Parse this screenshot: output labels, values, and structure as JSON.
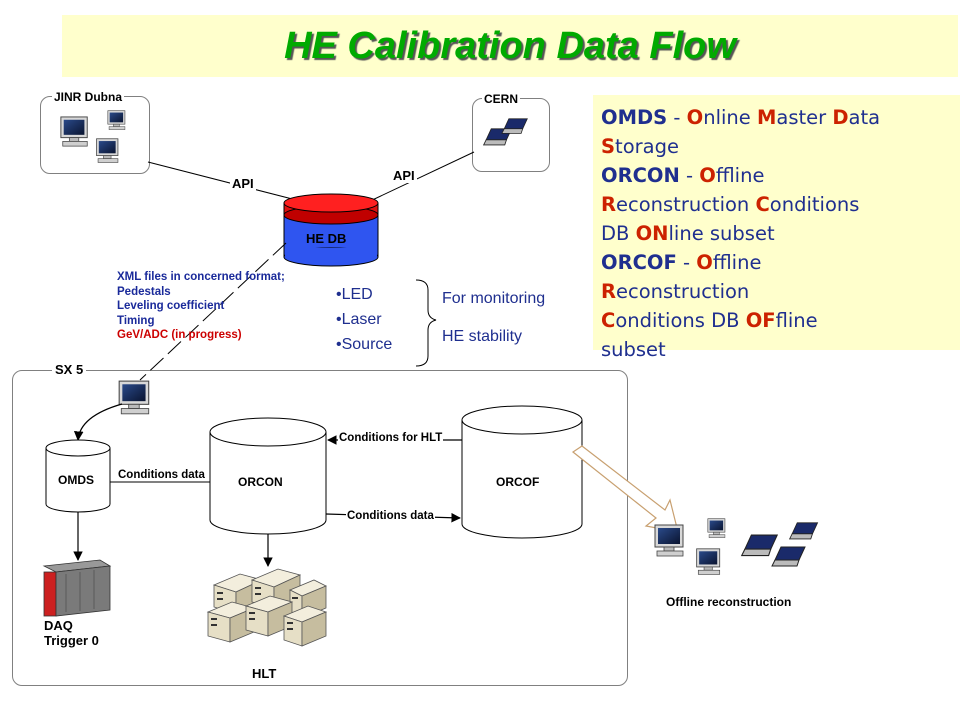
{
  "title": "HE Calibration Data Flow",
  "legend": {
    "omds_acr": "OMDS",
    "omds_sep": " - ",
    "omds_o": "O",
    "omds_nline": "nline ",
    "omds_m": "M",
    "omds_aster": "aster ",
    "omds_d": "D",
    "omds_ata": "ata",
    "omds_s": "S",
    "omds_torage": "torage",
    "orcon_acr": "ORCON",
    "orcon_sep": " - ",
    "orcon_o": "O",
    "orcon_ffline": "ffline",
    "orcon_r": "R",
    "orcon_econstruction": "econstruction ",
    "orcon_c": "C",
    "orcon_onditions": "onditions",
    "orcon_db": "DB ",
    "orcon_on": "ON",
    "orcon_line_subset": "line subset",
    "orcof_acr": "ORCOF",
    "orcof_sep": " - ",
    "orcof_o": "O",
    "orcof_ffline": "ffline",
    "orcof_r": "R",
    "orcof_econstruction": "econstruction",
    "orcof_c": "C",
    "orcof_onditions": "onditions DB ",
    "orcof_of": "OF",
    "orcof_fline": "fline",
    "orcof_subset": "subset"
  },
  "sites": {
    "jinr": "JINR Dubna",
    "cern": "CERN",
    "sx5": "SX 5"
  },
  "links": {
    "api_left": "API",
    "api_right": "API"
  },
  "db": {
    "hedb": "HE DB",
    "omds": "OMDS",
    "orcon": "ORCON",
    "orcof": "ORCOF"
  },
  "xml_list": {
    "line1": "XML files in concerned format;",
    "line2": "Pedestals",
    "line3": "Leveling coefficient",
    "line4": "Timing",
    "line5": "GeV/ADC (in progress)"
  },
  "bullets": [
    "LED",
    "Laser",
    "Source"
  ],
  "monitoring": {
    "line1": "For monitoring",
    "line2": "HE stability"
  },
  "flows": {
    "conditions_data_omds": "Conditions data",
    "conditions_for_hlt": "Conditions for HLT",
    "conditions_data_orcof": "Conditions data"
  },
  "daq": {
    "line1": "DAQ",
    "line2": "Trigger 0"
  },
  "hlt": "HLT",
  "offline": "Offline reconstruction",
  "colors": {
    "title_green": "#00aa00",
    "banner_bg": "#ffffcc",
    "legend_text": "#1f2f8f",
    "legend_highlight": "#cc2200",
    "db_top_red": "#e01010",
    "db_body_blue": "#2f55f0"
  }
}
